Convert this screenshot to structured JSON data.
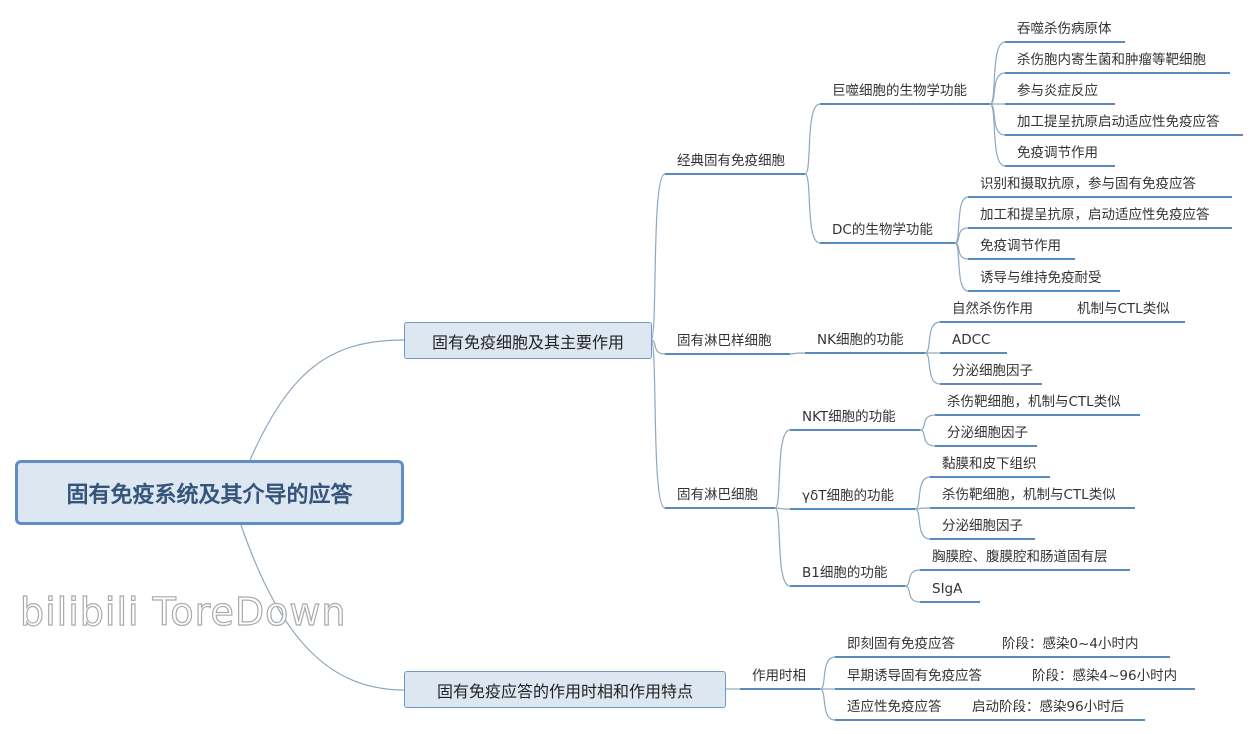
{
  "root": "固有免疫系统及其介导的应答",
  "branch1": {
    "title": "固有免疫细胞及其主要作用",
    "classic": {
      "title": "经典固有免疫细胞",
      "macrophage": {
        "title": "巨噬细胞的生物学功能",
        "items": [
          "吞噬杀伤病原体",
          "杀伤胞内寄生菌和肿瘤等靶细胞",
          "参与炎症反应",
          "加工提呈抗原启动适应性免疫应答",
          "免疫调节作用"
        ]
      },
      "dc": {
        "title": "DC的生物学功能",
        "items": [
          "识别和摄取抗原，参与固有免疫应答",
          "加工和提呈抗原，启动适应性免疫应答",
          "免疫调节作用",
          "诱导与维持免疫耐受"
        ]
      }
    },
    "ilc": {
      "title": "固有淋巴样细胞",
      "nk": {
        "title": "NK细胞的功能",
        "items": [
          "自然杀伤作用",
          "ADCC",
          "分泌细胞因子"
        ],
        "note": "机制与CTL类似"
      }
    },
    "ilymph": {
      "title": "固有淋巴细胞",
      "nkt": {
        "title": "NKT细胞的功能",
        "items": [
          "杀伤靶细胞，机制与CTL类似",
          "分泌细胞因子"
        ]
      },
      "gdt": {
        "title": "γδT细胞的功能",
        "items": [
          "黏膜和皮下组织",
          "杀伤靶细胞，机制与CTL类似",
          "分泌细胞因子"
        ]
      },
      "b1": {
        "title": "B1细胞的功能",
        "items": [
          "胸膜腔、腹膜腔和肠道固有层",
          "SIgA"
        ]
      }
    }
  },
  "branch2": {
    "title": "固有免疫应答的作用时相和作用特点",
    "phase": {
      "title": "作用时相",
      "items": [
        {
          "name": "即刻固有免疫应答",
          "stage": "阶段：感染0~4小时内"
        },
        {
          "name": "早期诱导固有免疫应答",
          "stage": "阶段：感染4~96小时内"
        },
        {
          "name": "适应性免疫应答",
          "stage": "启动阶段：感染96小时后"
        }
      ]
    }
  },
  "watermark": "bilibili ToreDown"
}
